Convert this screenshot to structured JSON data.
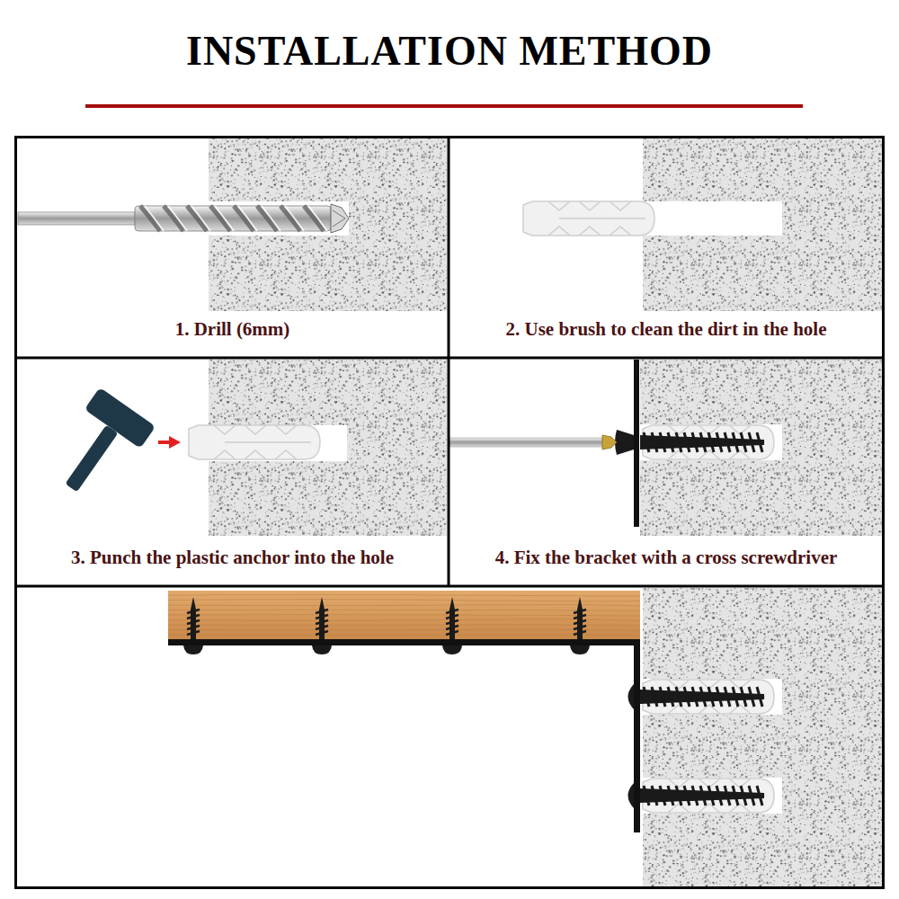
{
  "diagram": {
    "title": "INSTALLATION METHOD",
    "nodes": [
      {
        "text": [
          "1. Drill (6mm)"
        ]
      },
      {
        "text": [
          "2. Use brush to clean the dirt in the hole"
        ]
      },
      {
        "text": [
          "3. Punch the plastic anchor into the hole"
        ]
      },
      {
        "text": [
          "4. Fix the bracket with a cross screwdriver"
        ]
      }
    ]
  }
}
